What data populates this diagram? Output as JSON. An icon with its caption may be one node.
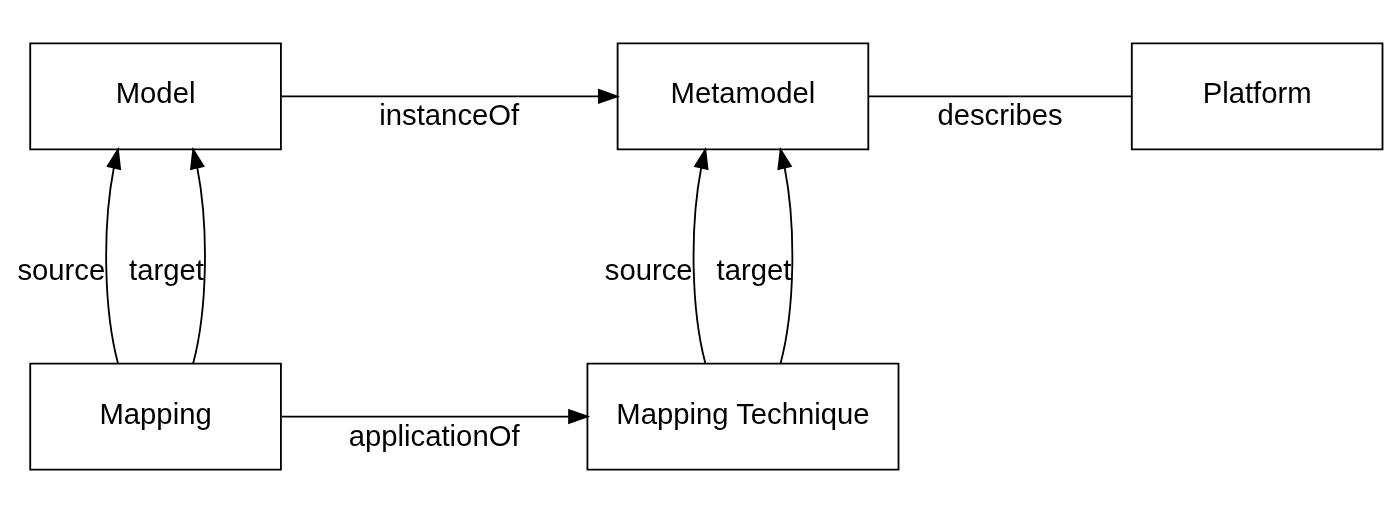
{
  "diagram": {
    "nodes": [
      {
        "text": [
          "Model"
        ]
      },
      {
        "text": [
          "Metamodel"
        ]
      },
      {
        "text": [
          "Platform"
        ]
      },
      {
        "text": [
          "Mapping"
        ]
      },
      {
        "text": [
          "Mapping Technique"
        ]
      }
    ],
    "edges": [
      {
        "from": 0,
        "to": 1,
        "arrow": "to",
        "label": "instanceOf"
      },
      {
        "from": 1,
        "to": 2,
        "arrow": "none",
        "label": "describes"
      },
      {
        "from": 3,
        "to": 0,
        "arrow": "to",
        "label": "source"
      },
      {
        "from": 3,
        "to": 0,
        "arrow": "to",
        "label": "target"
      },
      {
        "from": 4,
        "to": 1,
        "arrow": "to",
        "label": "source"
      },
      {
        "from": 4,
        "to": 1,
        "arrow": "to",
        "label": "target"
      },
      {
        "from": 3,
        "to": 4,
        "arrow": "to",
        "label": "applicationOf"
      }
    ]
  }
}
